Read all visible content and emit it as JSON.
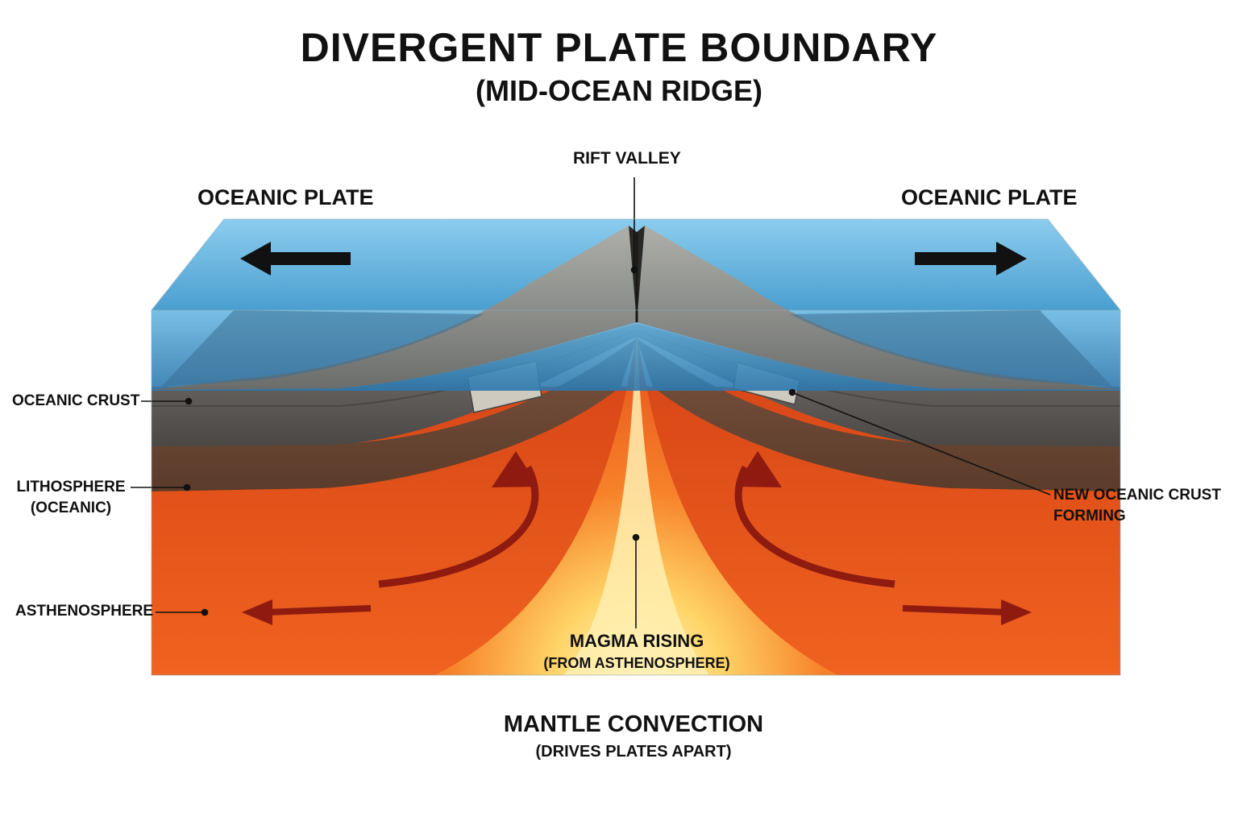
{
  "title": "DIVERGENT PLATE BOUNDARY",
  "subtitle": "(MID-OCEAN RIDGE)",
  "labels": {
    "rift_valley": "RIFT VALLEY",
    "plate_left": "OCEANIC PLATE",
    "plate_right": "OCEANIC PLATE",
    "oceanic_crust": "OCEANIC CRUST",
    "lithosphere_line1": "LITHOSPHERE",
    "lithosphere_line2": "(OCEANIC)",
    "asthenosphere": "ASTHENOSPHERE",
    "new_crust_line1": "NEW OCEANIC CRUST",
    "new_crust_line2": "FORMING",
    "magma_line1": "MAGMA RISING",
    "magma_line2": "(FROM ASTHENOSPHERE)",
    "convection_line1": "MANTLE CONVECTION",
    "convection_line2": "(DRIVES PLATES APART)"
  },
  "colors": {
    "ocean": "#3f95c9",
    "ocean_top": "#62b3df",
    "crust": "#5a5753",
    "lithosphere": "#6e4a36",
    "asthenosphere": "#e8541c",
    "magma": "#ffe27a",
    "arrow": "#8e1a10",
    "plate_arrow": "#111111"
  },
  "icons": {
    "plate_motion_left": "arrow-left-icon",
    "plate_motion_right": "arrow-right-icon"
  }
}
